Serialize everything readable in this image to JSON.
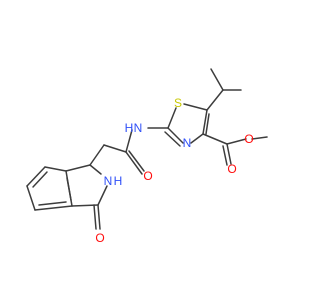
{
  "diagram": {
    "type": "chemical-structure",
    "colors": {
      "bond": "#3d3d3d",
      "S": "#c8c800",
      "N": "#3050f8",
      "O": "#ff0d0d",
      "C": "#3d3d3d"
    },
    "atom_labels": {
      "thiazole_s": "S",
      "thiazole_n": "N",
      "amide_nh": "H",
      "amide_n": "N",
      "amide_o": "O",
      "ester_o_carbonyl": "O",
      "ester_o_methoxy": "O",
      "lactam_nh_n": "N",
      "lactam_nh_h": "H",
      "lactam_o": "O"
    }
  }
}
